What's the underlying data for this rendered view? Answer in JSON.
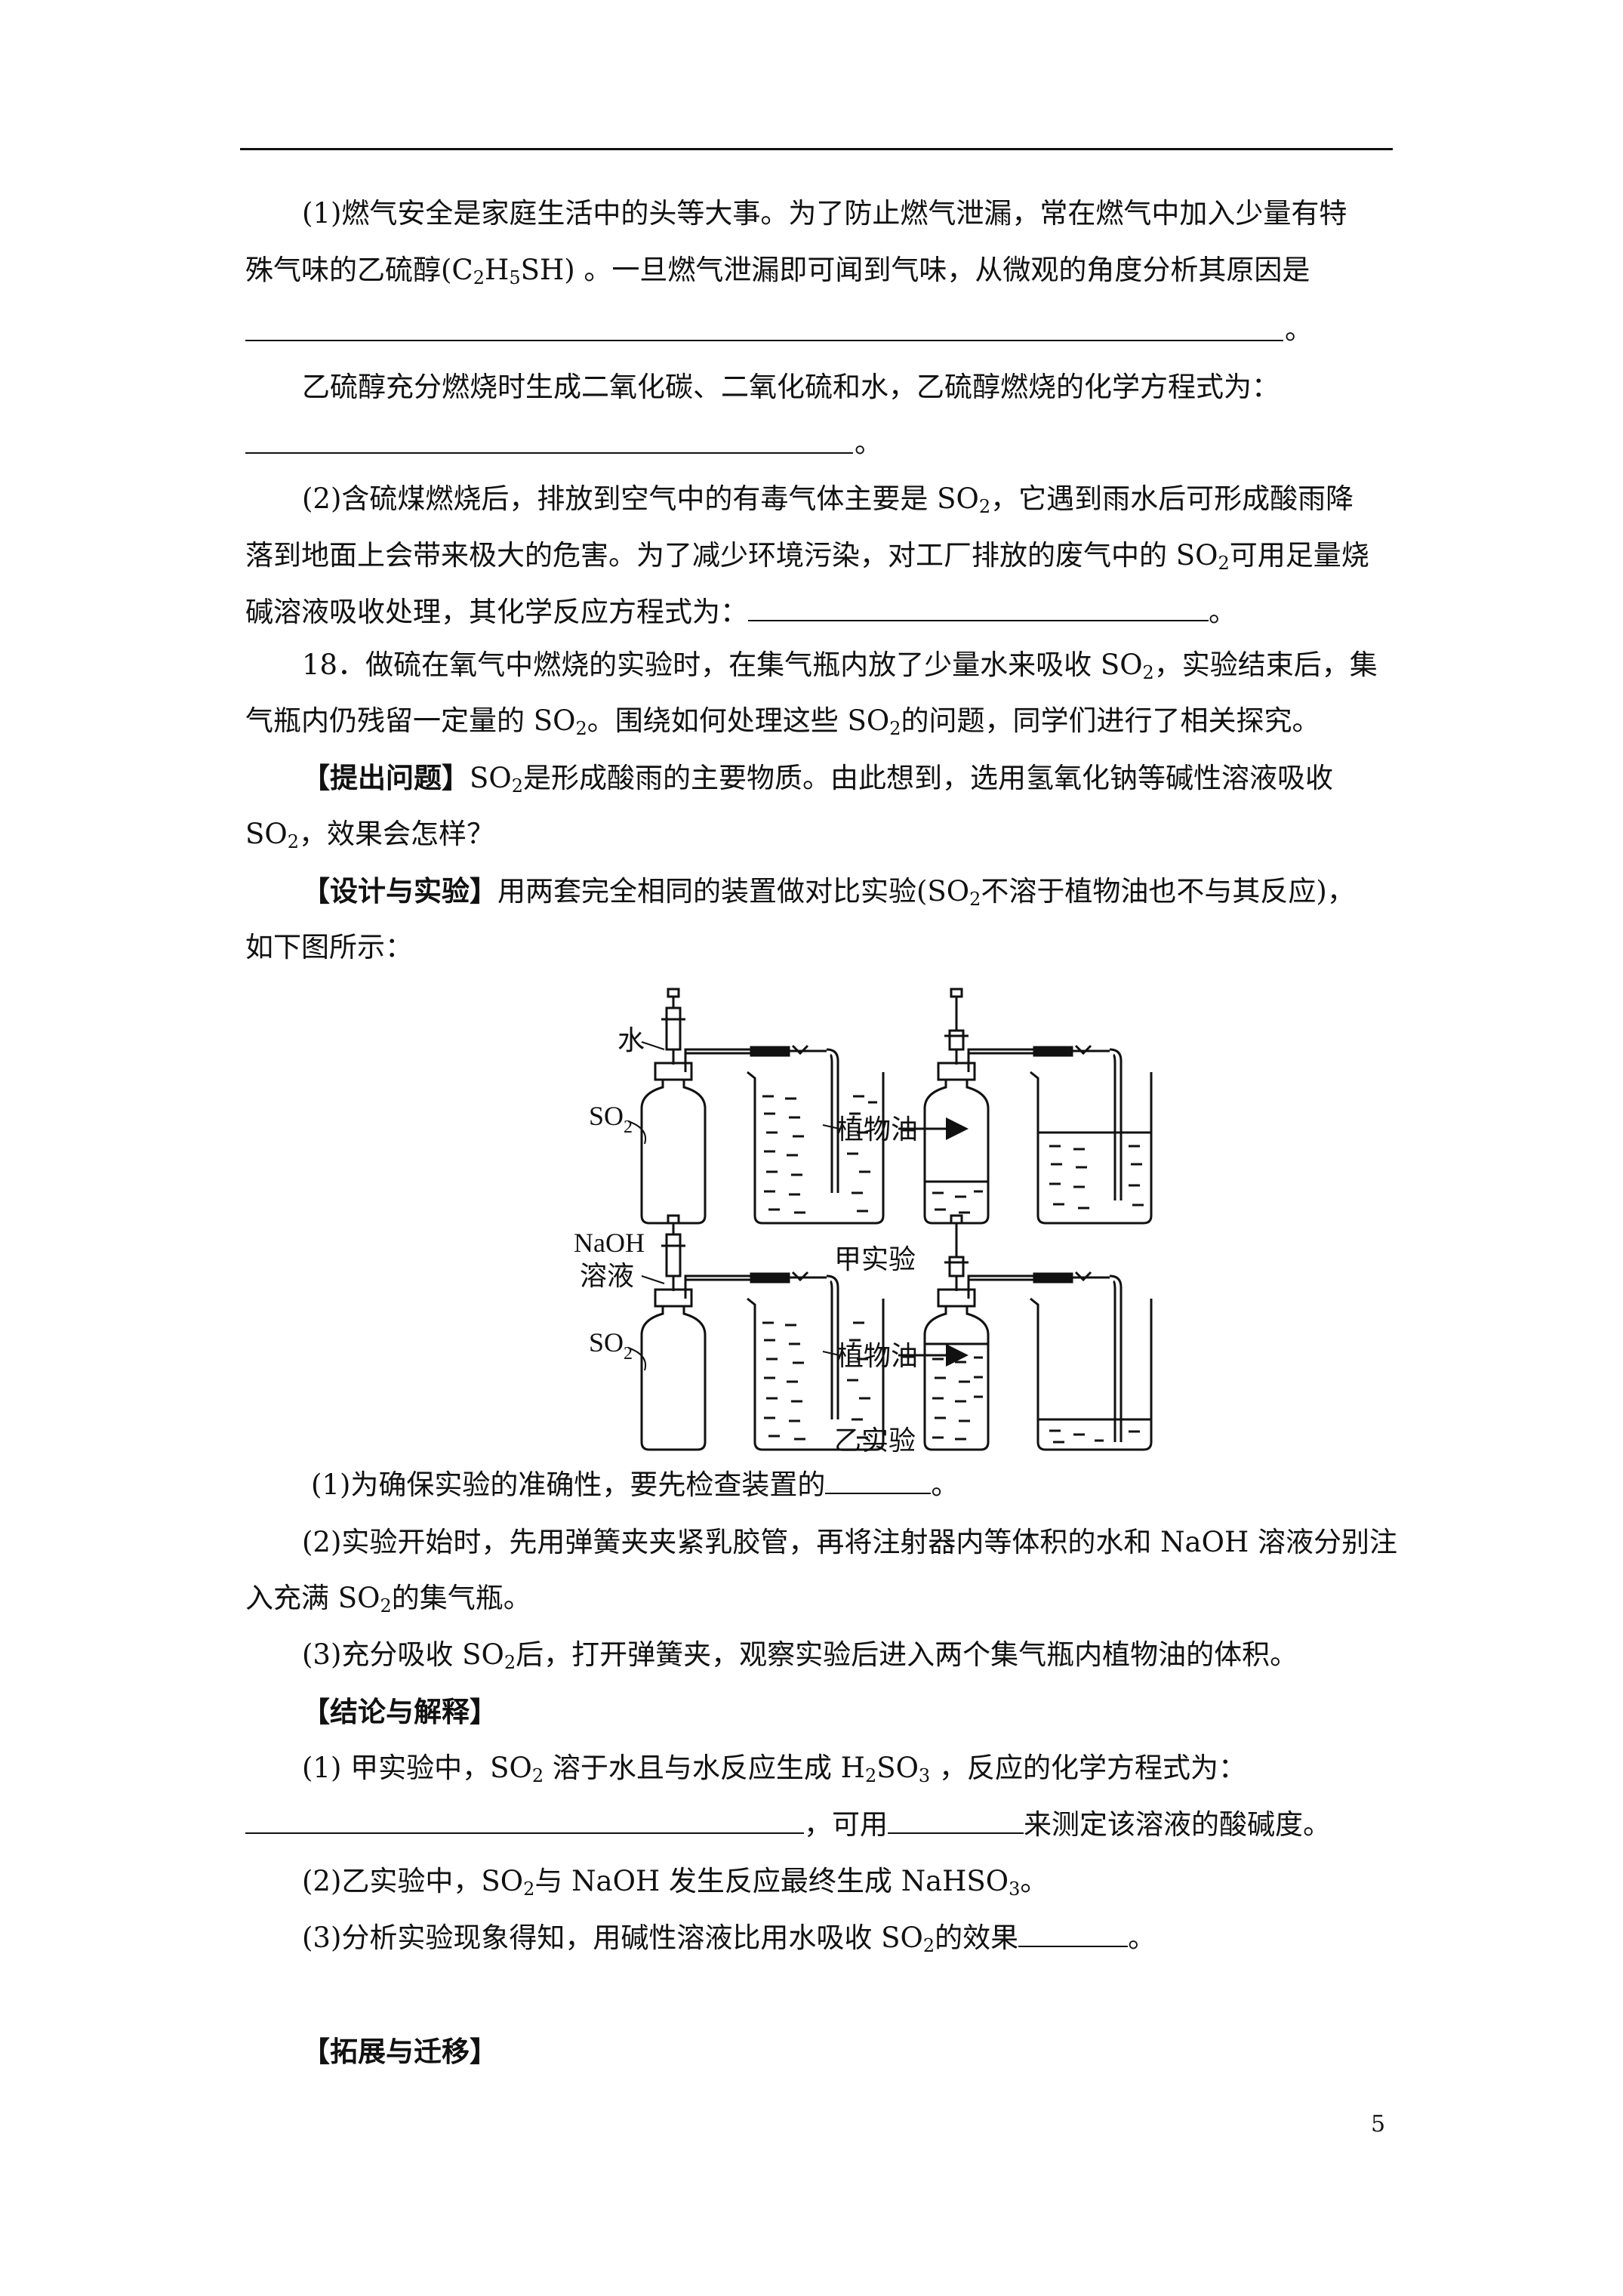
{
  "q17": {
    "p1_line1": "(1)燃气安全是家庭生活中的头等大事。为了防止燃气泄漏，常在燃气中加入少量有特",
    "p1_line2_a": "殊气味的乙硫醇(C",
    "sub_2": "2",
    "p1_line2_h": "H",
    "sub_5": "5",
    "p1_line2_b": "SH)  。一旦燃气泄漏即可闻到气味，从微观的角度分析其原因是",
    "period": "。",
    "p1_line4": "乙硫醇充分燃烧时生成二氧化碳、二氧化硫和水，乙硫醇燃烧的化学方程式为：",
    "p2_line1_a": "(2)含硫煤燃烧后，排放到空气中的有毒气体主要是 SO",
    "p2_line1_b": "，它遇到雨水后可形成酸雨降",
    "p2_line2_a": "落到地面上会带来极大的危害。为了减少环境污染，对工厂排放的废气中的 SO",
    "p2_line2_b": "可用足量烧",
    "p2_line3": "碱溶液吸收处理，其化学反应方程式为："
  },
  "q18": {
    "l1_a": "18．做硫在氧气中燃烧的实验时，在集气瓶内放了少量水来吸收 SO",
    "l1_b": "，实验结束后，集",
    "l2_a": "气瓶内仍残留一定量的 SO",
    "l2_b": "。围绕如何处理这些 SO",
    "l2_c": "的问题，同学们进行了相关探究。",
    "q_head": "【提出问题】",
    "q_a": "SO",
    "q_b": "是形成酸雨的主要物质。由此想到，选用氢氧化钠等碱性溶液吸收",
    "q_c": "SO",
    "q_d": "，效果会怎样？",
    "d_head": "【设计与实验】",
    "d_a": "用两套完全相同的装置做对比实验(SO",
    "d_b": "不溶于植物油也不与其反应)，",
    "d_c": "如下图所示：",
    "s1": "(1)为确保实验的准确性，要先检查装置的",
    "s2_a": "(2)实验开始时，先用弹簧夹夹紧乳胶管，再将注射器内等体积的水和 NaOH 溶液分别注",
    "s2_b": "入充满 SO",
    "s2_c": "的集气瓶。",
    "s3_a": "(3)充分吸收 SO",
    "s3_b": "后，打开弹簧夹，观察实验后进入两个集气瓶内植物油的体积。",
    "c_head": "【结论与解释】",
    "c1_a": "(1)  甲实验中，SO",
    "c1_b": "  溶于水且与水反应生成 H",
    "c1_so": "SO",
    "sub_3": "3",
    "c1_c": "，反应的化学方程式为：",
    "c1_d": "，可用",
    "c1_e": "来测定该溶液的酸碱度。",
    "c2_a": "(2)乙实验中，SO",
    "c2_b": "与 NaOH 发生反应最终生成 NaHSO",
    "c3_a": "(3)分析实验现象得知，用碱性溶液比用水吸收 SO",
    "c3_b": "的效果",
    "e_head": "【拓展与迁移】"
  },
  "figure": {
    "water_label": "水",
    "so2": "SO",
    "oil_label": "植物油",
    "jia_caption": "甲实验",
    "naoh_label": "NaOH",
    "solution_label": "溶液",
    "yi_caption": "乙实验"
  },
  "page_number": "5"
}
